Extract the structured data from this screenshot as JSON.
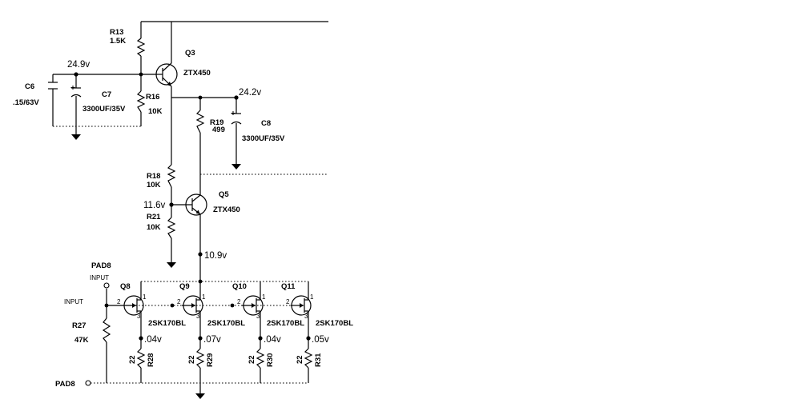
{
  "components": {
    "r13": {
      "ref": "R13",
      "value": "1.5K"
    },
    "q3": {
      "ref": "Q3",
      "part": "ZTX450"
    },
    "c6": {
      "ref": "C6",
      "value": ".15/63V"
    },
    "c7": {
      "ref": "C7",
      "value": "3300UF/35V"
    },
    "r16": {
      "ref": "R16",
      "value": "10K"
    },
    "r19": {
      "ref": "R19",
      "value": "499"
    },
    "c8": {
      "ref": "C8",
      "value": "3300UF/35V"
    },
    "r18": {
      "ref": "R18",
      "value": "10K"
    },
    "q5": {
      "ref": "Q5",
      "part": "ZTX450"
    },
    "r21": {
      "ref": "R21",
      "value": "10K"
    },
    "q8": {
      "ref": "Q8",
      "part": "2SK170BL"
    },
    "q9": {
      "ref": "Q9",
      "part": "2SK170BL"
    },
    "q10": {
      "ref": "Q10",
      "part": "2SK170BL"
    },
    "q11": {
      "ref": "Q11",
      "part": "2SK170BL"
    },
    "r27": {
      "ref": "R27",
      "value": "47K"
    },
    "r28": {
      "ref": "R28",
      "value": "22"
    },
    "r29": {
      "ref": "R29",
      "value": "22"
    },
    "r30": {
      "ref": "R30",
      "value": "22"
    },
    "r31": {
      "ref": "R31",
      "value": "22"
    }
  },
  "voltages": {
    "c7_node": "24.9v",
    "c8_node": "24.2v",
    "q5_base": "11.6v",
    "q5_emitter": "10.9v",
    "q8_source": ".04v",
    "q9_source": ".07v",
    "q10_source": ".04v",
    "q11_source": ".05v"
  },
  "connectors": {
    "pad_top": "PAD8",
    "pad_top_sub": "INPUT",
    "input_label": "INPUT",
    "pad_bottom": "PAD8"
  },
  "pins": {
    "gate": "2",
    "drain": "1",
    "source": "3"
  }
}
